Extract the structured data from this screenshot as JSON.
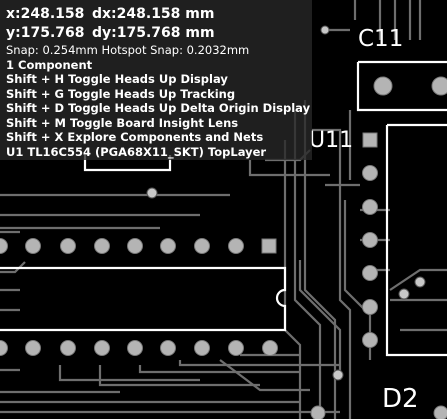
{
  "hud": {
    "x": "x:248.158",
    "dx": "dx:248.158 mm",
    "y": "y:175.768",
    "dy": "dy:175.768  mm",
    "snap": "Snap: 0.254mm Hotspot Snap: 0.2032mm",
    "count": "1 Component",
    "shortcuts": [
      "Shift + H   Toggle Heads Up Display",
      "Shift + G  Toggle Heads Up Tracking",
      "Shift + D  Toggle Heads Up Delta Origin Display",
      "Shift + M  Toggle Board Insight Lens",
      "Shift + X   Explore Components and Nets"
    ],
    "component": "U1  TL16C554 (PGA68X11_SKT)  TopLayer"
  },
  "designators": {
    "c11": "C11",
    "u11": "U11",
    "d2": "D2"
  },
  "colors": {
    "background": "#000000",
    "track": "#6e6e6e",
    "silkscreen": "#ffffff",
    "pad": "#b4b4b4",
    "via": "#c8c8c8"
  }
}
